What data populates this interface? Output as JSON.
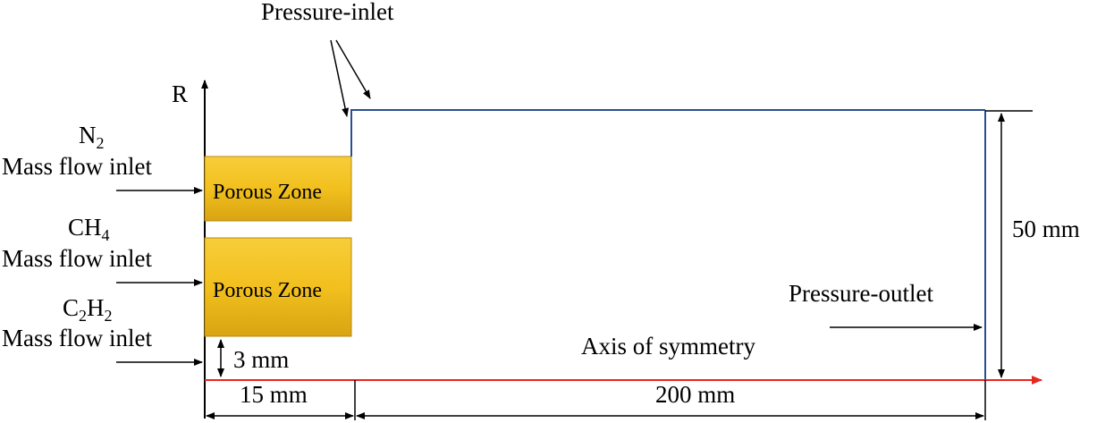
{
  "labels": {
    "pressure_inlet": "Pressure-inlet",
    "pressure_outlet": "Pressure-outlet",
    "axis_symmetry": "Axis of symmetry",
    "r_axis": "R",
    "dim_radius": "50 mm",
    "dim_length": "200 mm",
    "dim_inlet_length": "15 mm",
    "dim_gap": "3 mm"
  },
  "inlets": [
    {
      "species_main": "N",
      "species_sub": "2",
      "species_main2": "",
      "species_sub2": "",
      "type": "Mass flow inlet"
    },
    {
      "species_main": "CH",
      "species_sub": "4",
      "species_main2": "",
      "species_sub2": "",
      "type": "Mass flow inlet"
    },
    {
      "species_main": "C",
      "species_sub": "2",
      "species_main2": "H",
      "species_sub2": "2",
      "type": "Mass flow inlet"
    }
  ],
  "porous_zones": [
    {
      "label": "Porous Zone"
    },
    {
      "label": "Porous Zone"
    }
  ],
  "colors": {
    "porous_fill": "#F2C01E",
    "wall": "#2A4F8F",
    "axis": "#E8261C"
  }
}
